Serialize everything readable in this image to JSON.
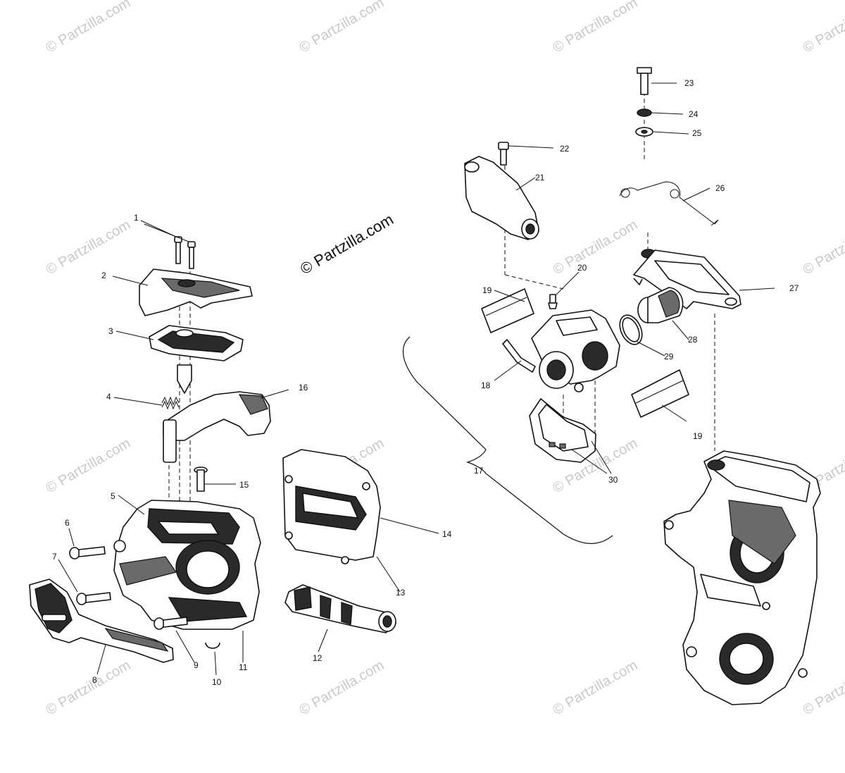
{
  "watermark": {
    "text": "© Partzilla.com",
    "main_text": "© Partzilla.com",
    "color": "#c9c9c9"
  },
  "callouts": [
    "1",
    "2",
    "3",
    "4",
    "5",
    "6",
    "7",
    "8",
    "9",
    "10",
    "11",
    "12",
    "13",
    "14",
    "15",
    "16",
    "17",
    "18",
    "19",
    "19",
    "20",
    "21",
    "22",
    "23",
    "24",
    "25",
    "26",
    "27",
    "28",
    "29",
    "30"
  ]
}
